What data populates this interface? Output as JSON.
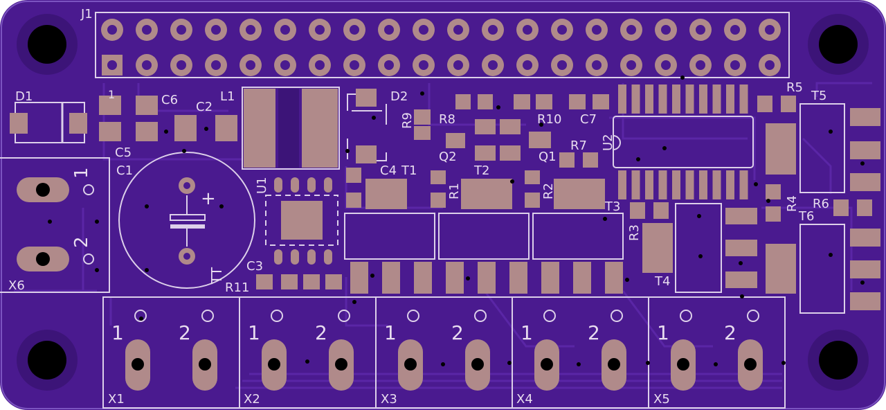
{
  "colors": {
    "board": "#4a1a8f",
    "board_dark": "#3c1478",
    "trace": "#5a26a6",
    "pad": "#b08a8a",
    "silk": "#ddd0ea",
    "hole": "#000000"
  },
  "labels": {
    "J1": "J1",
    "D1": "D1",
    "D2": "D2",
    "C1": "C1",
    "C2": "C2",
    "C3": "C3",
    "C4": "C4",
    "C5": "C5",
    "C6": "C6",
    "C7": "C7",
    "L1": "L1",
    "U1": "U1",
    "U2": "U2",
    "Q1": "Q1",
    "Q2": "Q2",
    "R1": "R1",
    "R2": "R2",
    "R3": "R3",
    "R4": "R4",
    "R5": "R5",
    "R6": "R6",
    "R7": "R7",
    "R8": "R8",
    "R9": "R9",
    "R10": "R10",
    "R11": "R11",
    "T1": "T1",
    "T2": "T2",
    "T3": "T3",
    "T4": "T4",
    "T5": "T5",
    "T6": "T6",
    "X1": "X1",
    "X2": "X2",
    "X3": "X3",
    "X4": "X4",
    "X5": "X5",
    "X6": "X6",
    "pin1": "1",
    "pin2": "2",
    "plus": "+",
    "TT": "TT",
    "one": "1"
  }
}
